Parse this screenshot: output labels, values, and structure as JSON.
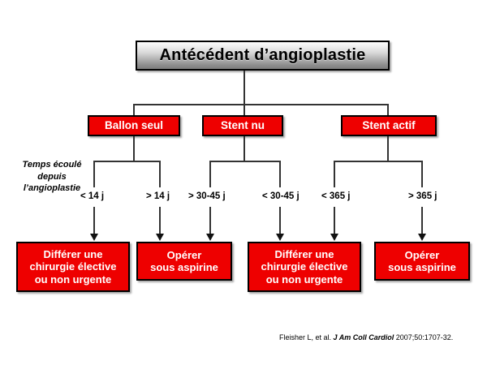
{
  "slide": {
    "title_box": {
      "label": "Antécédent d’angioplastie"
    },
    "side_note": {
      "line1": "Temps écoulé",
      "line2": "depuis",
      "line3": "l’angioplastie"
    },
    "categories": [
      {
        "label": "Ballon seul"
      },
      {
        "label": "Stent nu"
      },
      {
        "label": "Stent actif"
      }
    ],
    "criteria": [
      {
        "label": "< 14 j"
      },
      {
        "label": "> 14 j"
      },
      {
        "label": "> 30-45 j"
      },
      {
        "label": "< 30-45 j"
      },
      {
        "label": "< 365 j"
      },
      {
        "label": "> 365 j"
      }
    ],
    "outcomes": [
      {
        "line1": "Différer une",
        "line2": "chirurgie élective",
        "line3": "ou non urgente"
      },
      {
        "line1": "Opérer",
        "line2": "sous aspirine",
        "line3": ""
      },
      {
        "line1": "Différer une",
        "line2": "chirurgie élective",
        "line3": "ou non urgente"
      },
      {
        "line1": "Opérer",
        "line2": "sous aspirine",
        "line3": ""
      }
    ],
    "citation": {
      "authors": "Fleisher L, et al. ",
      "journal": "J Am Coll Cardiol",
      "reference": " 2007;50:1707-32."
    },
    "colors": {
      "red_fill": "#ee0000",
      "box_border": "#000000",
      "connector": "#333333",
      "text_on_red": "#ffffff"
    }
  }
}
